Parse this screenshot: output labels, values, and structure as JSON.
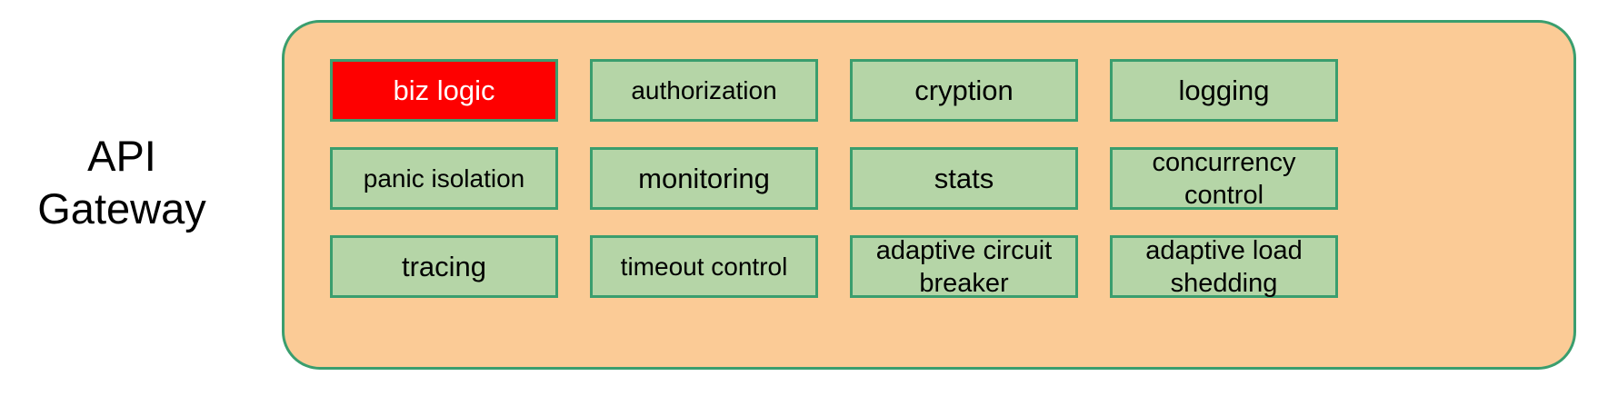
{
  "diagram": {
    "side_label": {
      "line1": "API",
      "line2": "Gateway"
    },
    "container": {
      "fill_color": "#fbcb96",
      "border_color": "#3a9e6e"
    },
    "box_style": {
      "fill_color": "#b5d5a7",
      "border_color": "#3a9e6e",
      "text_color": "#000000",
      "highlight_fill_color": "#fe0000",
      "highlight_text_color": "#ffffff"
    },
    "boxes": [
      {
        "label": "biz logic",
        "highlight": true,
        "lines": 1
      },
      {
        "label": "authorization",
        "highlight": false,
        "lines": 1
      },
      {
        "label": "cryption",
        "highlight": false,
        "lines": 1
      },
      {
        "label": "logging",
        "highlight": false,
        "lines": 1
      },
      {
        "label": "panic isolation",
        "highlight": false,
        "lines": 1
      },
      {
        "label": "monitoring",
        "highlight": false,
        "lines": 1
      },
      {
        "label": "stats",
        "highlight": false,
        "lines": 1
      },
      {
        "label": "concurrency control",
        "highlight": false,
        "lines": 2
      },
      {
        "label": "tracing",
        "highlight": false,
        "lines": 1
      },
      {
        "label": "timeout control",
        "highlight": false,
        "lines": 1
      },
      {
        "label": "adaptive circuit breaker",
        "highlight": false,
        "lines": 2
      },
      {
        "label": "adaptive load shedding",
        "highlight": false,
        "lines": 2
      }
    ]
  }
}
